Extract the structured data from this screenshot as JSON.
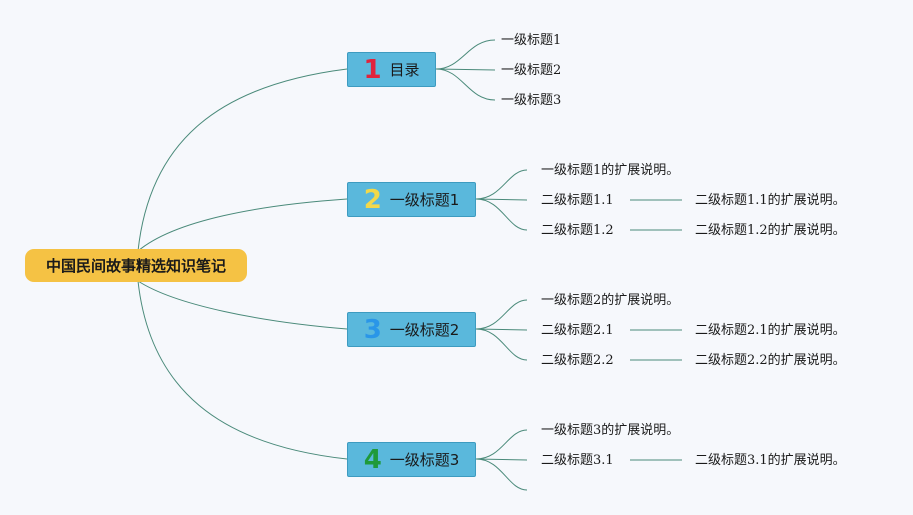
{
  "root": {
    "title": "中国民间故事精选知识笔记"
  },
  "branches": [
    {
      "number": "1",
      "number_color": "#e0233c",
      "label": "目录",
      "items": [
        {
          "text": "一级标题1"
        },
        {
          "text": "一级标题2"
        },
        {
          "text": "一级标题3"
        }
      ]
    },
    {
      "number": "2",
      "number_color": "#f2d84a",
      "label": "一级标题1",
      "items": [
        {
          "text": "一级标题1的扩展说明。"
        },
        {
          "text": "二级标题1.1",
          "detail": "二级标题1.1的扩展说明。"
        },
        {
          "text": "二级标题1.2",
          "detail": "二级标题1.2的扩展说明。"
        }
      ]
    },
    {
      "number": "3",
      "number_color": "#2a96e8",
      "label": "一级标题2",
      "items": [
        {
          "text": "一级标题2的扩展说明。"
        },
        {
          "text": "二级标题2.1",
          "detail": "二级标题2.1的扩展说明。"
        },
        {
          "text": "二级标题2.2",
          "detail": "二级标题2.2的扩展说明。"
        }
      ]
    },
    {
      "number": "4",
      "number_color": "#1f9a3a",
      "label": "一级标题3",
      "items": [
        {
          "text": "一级标题3的扩展说明。"
        },
        {
          "text": "二级标题3.1",
          "detail": "二级标题3.1的扩展说明。"
        },
        {
          "text": ""
        }
      ]
    }
  ],
  "colors": {
    "connector": "#4a8a7a",
    "root_fill": "#f5c244",
    "branch_fill": "#5ab8dc"
  }
}
